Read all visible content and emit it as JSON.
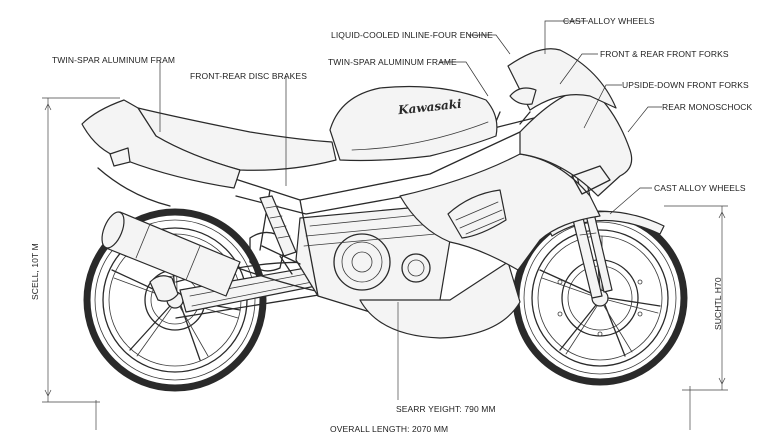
{
  "diagram": {
    "brand": "Kawasaki",
    "callouts": {
      "cast_alloy_wheels_top": "CAST ALLOY WHEELS",
      "engine": "LIQUID-COOLED INLINE-FOUR ENGINE",
      "frame_left": "TWIN-SPAR ALUMINUM FRAM",
      "front_forks": "FRONT & REAR FRONT FORKS",
      "brakes": "FRONT-REAR DISC BRAKES",
      "frame_center": "TWIN-SPAR ALUMINUM FRAME",
      "upside_down_forks": "UPSIDE-DOWN FRONT FORKS",
      "rear_monoshock": "REAR MONOSCHOCK",
      "cast_alloy_wheels_mid": "CAST ALLOY WHEELS"
    },
    "dimensions": {
      "left_height": "SCELL, 10T M",
      "right_height": "SUCHTL H70",
      "seat_height": "SEARR YEIGHT: 790 MM",
      "overall_length": "OVERALL LENGTH: 2070 MM"
    }
  }
}
